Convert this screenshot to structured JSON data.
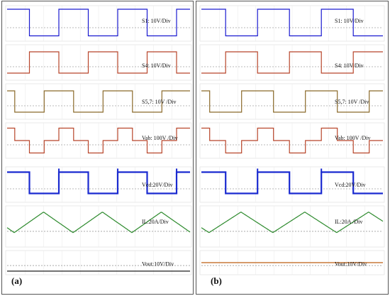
{
  "chart_data": [
    {
      "type": "line",
      "panel_label": "(a)",
      "series": [
        {
          "label": "S1: 10V/Div",
          "color": "#1a1ad0",
          "shape": "square",
          "phase": 0.5,
          "high": 0.9,
          "low": 0.15,
          "line_width": 1.2
        },
        {
          "label": "S4: 10V/Div",
          "color": "#b8452a",
          "shape": "square",
          "phase": 0.0,
          "high": 0.8,
          "low": 0.2,
          "line_width": 1.2
        },
        {
          "label": "S5,7: 10V /Div",
          "color": "#8b6a2a",
          "shape": "square",
          "phase": 0.25,
          "high": 0.8,
          "low": 0.2,
          "line_width": 1.2
        },
        {
          "label": "Vab: 100V /Div",
          "color": "#b8452a",
          "shape": "quasi",
          "phase": 0.0,
          "high": 0.85,
          "low": 0.15,
          "line_width": 1.2
        },
        {
          "label": "Vcd:20V/Div",
          "color": "#1a2ad0",
          "shape": "square",
          "phase": 0.5,
          "high": 0.85,
          "low": 0.25,
          "line_width": 2.2,
          "spikes": true
        },
        {
          "label": "IL:20A/Div",
          "color": "#2e8b2e",
          "shape": "triangle",
          "phase": 0.0,
          "high": 0.85,
          "low": 0.35,
          "line_width": 1.2
        },
        {
          "label": "Vout:10V/Div",
          "color": "#333333",
          "shape": "flat",
          "level": 0.15,
          "line_width": 1.4
        }
      ]
    },
    {
      "type": "line",
      "panel_label": "(b)",
      "series": [
        {
          "label": "S1: 10V/Div",
          "color": "#1a1ad0",
          "shape": "square",
          "phase": 0.5,
          "high": 0.9,
          "low": 0.15,
          "line_width": 1.2
        },
        {
          "label": "S4: 10V/Div",
          "color": "#b8452a",
          "shape": "square",
          "phase": 0.0,
          "high": 0.8,
          "low": 0.2,
          "line_width": 1.2
        },
        {
          "label": "S5,7: 10V /Div",
          "color": "#8b6a2a",
          "shape": "square",
          "phase": 0.25,
          "high": 0.8,
          "low": 0.2,
          "line_width": 1.2
        },
        {
          "label": "Vab: 100V /Div",
          "color": "#b8452a",
          "shape": "quasi",
          "phase": 0.0,
          "high": 0.85,
          "low": 0.15,
          "line_width": 1.2
        },
        {
          "label": "Vcd:20V/Div",
          "color": "#1a2ad0",
          "shape": "square",
          "phase": 0.5,
          "high": 0.85,
          "low": 0.25,
          "line_width": 2.2,
          "spikes": true
        },
        {
          "label": "IL:20A /Div",
          "color": "#2e8b2e",
          "shape": "triangle",
          "phase": 0.0,
          "high": 0.85,
          "low": 0.35,
          "line_width": 1.2
        },
        {
          "label": "Vout:10V/Div",
          "color": "#c87a3a",
          "shape": "flat",
          "level": 0.5,
          "line_width": 1.4
        }
      ]
    }
  ]
}
